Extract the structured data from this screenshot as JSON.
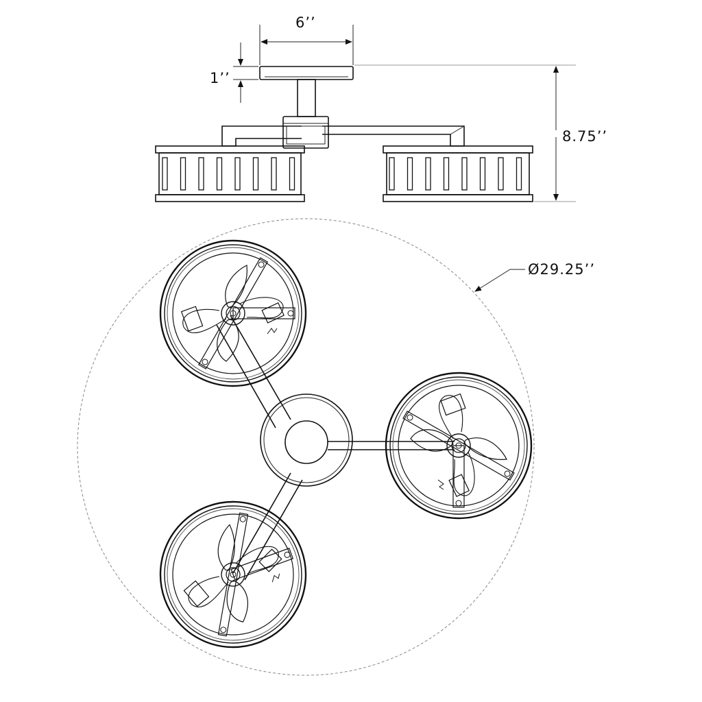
{
  "dimensions": {
    "canopy_width": "6’’",
    "canopy_thickness": "1’’",
    "overall_height": "8.75’’",
    "overall_diameter": "Ø29.25’’"
  },
  "colors": {
    "line": "#111111",
    "guide": "#888888",
    "background": "#ffffff"
  }
}
